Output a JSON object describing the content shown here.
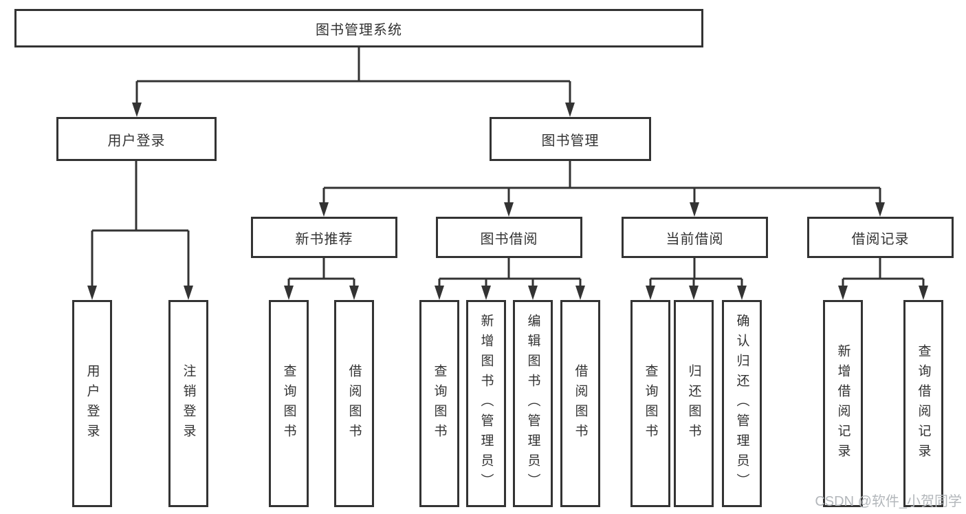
{
  "tree": {
    "root": {
      "label": "图书管理系统"
    },
    "branches": [
      {
        "label": "用户登录",
        "children": [
          {
            "label": "用户登录"
          },
          {
            "label": "注销登录"
          }
        ]
      },
      {
        "label": "图书管理",
        "children": [
          {
            "label": "新书推荐",
            "children": [
              {
                "label": "查询图书"
              },
              {
                "label": "借阅图书"
              }
            ]
          },
          {
            "label": "图书借阅",
            "children": [
              {
                "label": "查询图书"
              },
              {
                "label": "新增图书（管理员）"
              },
              {
                "label": "编辑图书（管理员）"
              },
              {
                "label": "借阅图书"
              }
            ]
          },
          {
            "label": "当前借阅",
            "children": [
              {
                "label": "查询图书"
              },
              {
                "label": "归还图书"
              },
              {
                "label": "确认归还（管理员）"
              }
            ]
          },
          {
            "label": "借阅记录",
            "children": [
              {
                "label": "新增借阅记录"
              },
              {
                "label": "查询借阅记录"
              }
            ]
          }
        ]
      }
    ]
  },
  "watermark": "CSDN @软件_小贺同学",
  "colors": {
    "line": "#333333",
    "box_border": "#333333",
    "box_background": "#ffffff",
    "text": "#333333",
    "watermark": "#b3b7bb"
  }
}
